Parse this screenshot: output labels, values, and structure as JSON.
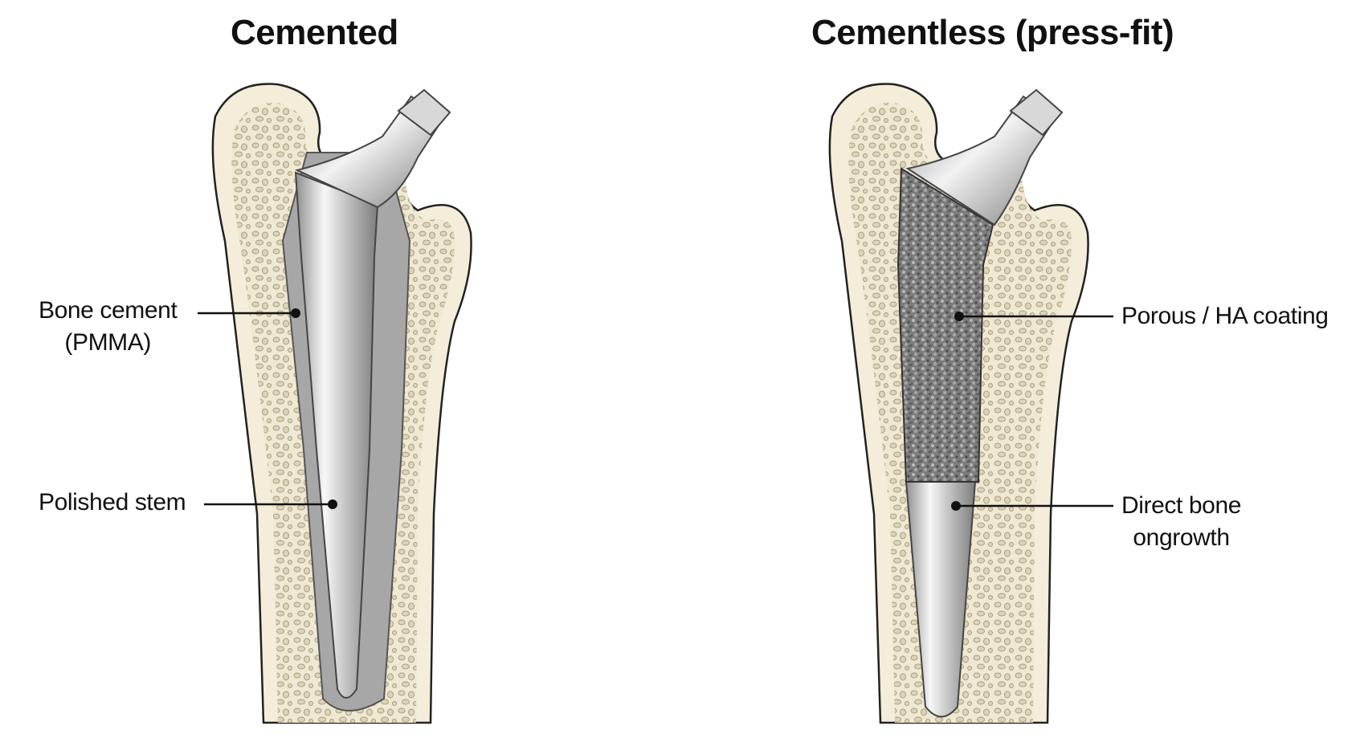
{
  "diagram": {
    "panels": [
      {
        "title": "Cemented",
        "labels": [
          {
            "line1": "Bone cement",
            "line2": "(PMMA)"
          },
          {
            "line1": "Polished stem"
          }
        ]
      },
      {
        "title": "Cementless (press-fit)",
        "labels": [
          {
            "line1": "Porous / HA coating"
          },
          {
            "line1": "Direct bone",
            "line2": "ongrowth"
          }
        ]
      }
    ]
  }
}
